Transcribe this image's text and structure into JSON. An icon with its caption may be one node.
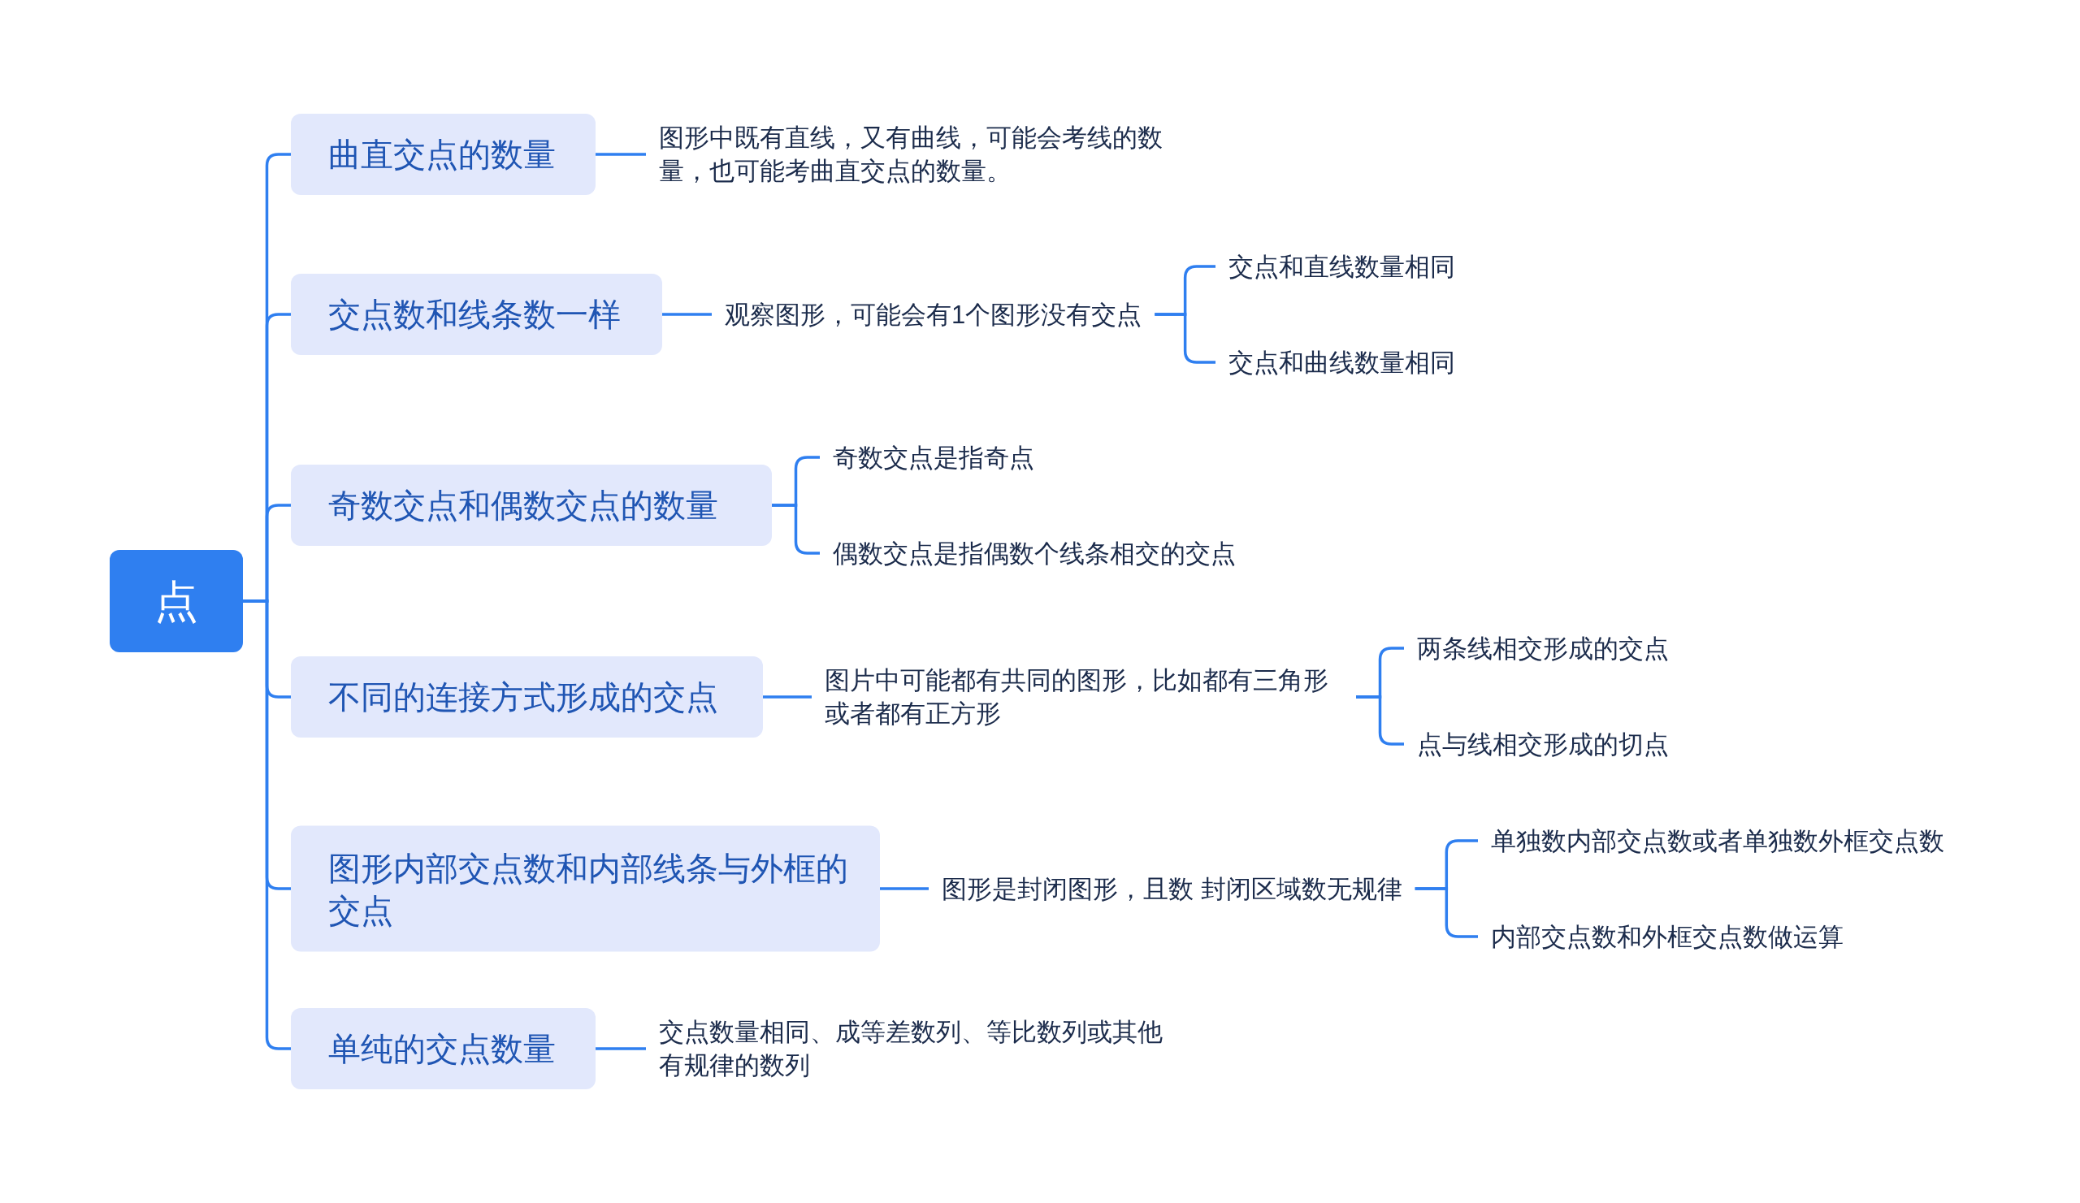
{
  "diagram": {
    "nodes": [
      {
        "text": [
          "点"
        ]
      },
      {
        "text": [
          "曲直交点的数量"
        ]
      },
      {
        "text": [
          "图形中既有直线，又有曲线，可能会考线的数量，也可能考曲直交点的数量。"
        ]
      },
      {
        "text": [
          "交点数和线条数一样"
        ]
      },
      {
        "text": [
          "观察图形，可能会有1个图形没有交点"
        ]
      },
      {
        "text": [
          "交点和直线数量相同"
        ]
      },
      {
        "text": [
          "交点和曲线数量相同"
        ]
      },
      {
        "text": [
          "奇数交点和偶数交点的数量"
        ]
      },
      {
        "text": [
          "奇数交点是指奇点"
        ]
      },
      {
        "text": [
          "偶数交点是指偶数个线条相交的交点"
        ]
      },
      {
        "text": [
          "不同的连接方式形成的交点"
        ]
      },
      {
        "text": [
          "图片中可能都有共同的图形，比如都有三角形或者都有正方形"
        ]
      },
      {
        "text": [
          "两条线相交形成的交点"
        ]
      },
      {
        "text": [
          "点与线相交形成的切点"
        ]
      },
      {
        "text": [
          "图形内部交点数和内部线条与外框的交点"
        ]
      },
      {
        "text": [
          "图形是封闭图形，且数 封闭区域数无规律"
        ]
      },
      {
        "text": [
          "单独数内部交点数或者单独数外框交点数"
        ]
      },
      {
        "text": [
          "内部交点数和外框交点数做运算"
        ]
      },
      {
        "text": [
          "单纯的交点数量"
        ]
      },
      {
        "text": [
          "交点数量相同、成等差数列、等比数列或其他有规律的数列"
        ]
      }
    ],
    "edges": [
      {
        "from": 0,
        "to": 1,
        "arrow": "none"
      },
      {
        "from": 0,
        "to": 3,
        "arrow": "none"
      },
      {
        "from": 0,
        "to": 7,
        "arrow": "none"
      },
      {
        "from": 0,
        "to": 10,
        "arrow": "none"
      },
      {
        "from": 0,
        "to": 14,
        "arrow": "none"
      },
      {
        "from": 0,
        "to": 18,
        "arrow": "none"
      },
      {
        "from": 1,
        "to": 2,
        "arrow": "none"
      },
      {
        "from": 3,
        "to": 4,
        "arrow": "none"
      },
      {
        "from": 4,
        "to": 5,
        "arrow": "none"
      },
      {
        "from": 4,
        "to": 6,
        "arrow": "none"
      },
      {
        "from": 7,
        "to": 8,
        "arrow": "none"
      },
      {
        "from": 7,
        "to": 9,
        "arrow": "none"
      },
      {
        "from": 10,
        "to": 11,
        "arrow": "none"
      },
      {
        "from": 11,
        "to": 12,
        "arrow": "none"
      },
      {
        "from": 11,
        "to": 13,
        "arrow": "none"
      },
      {
        "from": 14,
        "to": 15,
        "arrow": "none"
      },
      {
        "from": 15,
        "to": 16,
        "arrow": "none"
      },
      {
        "from": 15,
        "to": 17,
        "arrow": "none"
      },
      {
        "from": 18,
        "to": 19,
        "arrow": "none"
      }
    ]
  }
}
